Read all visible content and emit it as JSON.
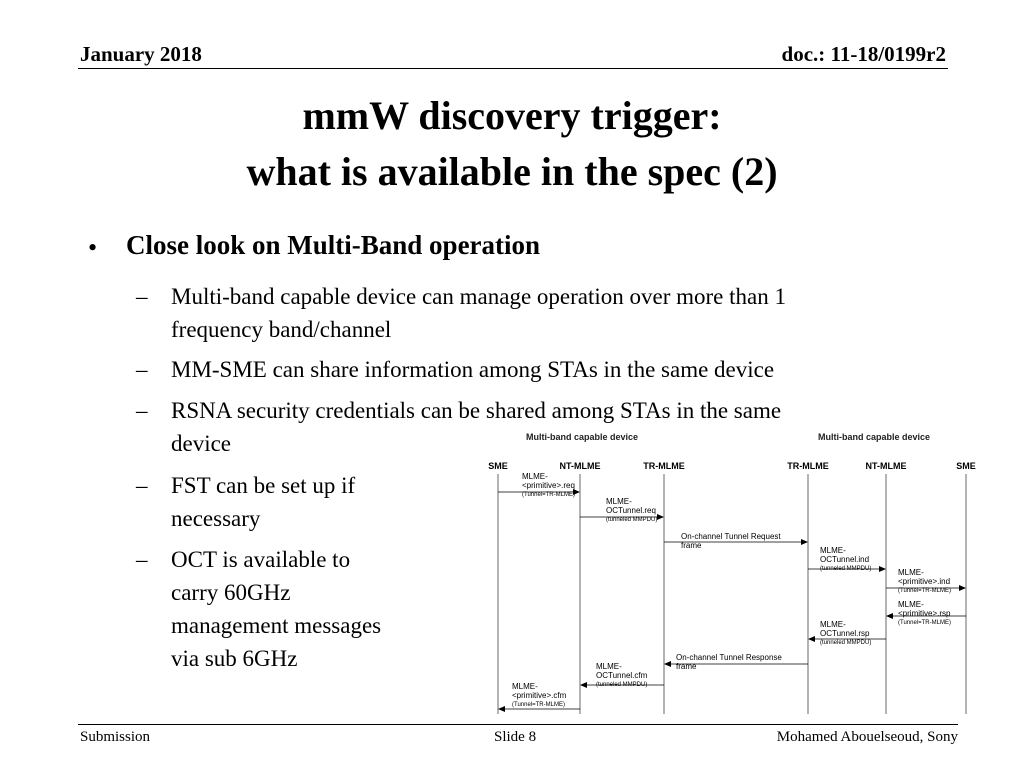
{
  "header": {
    "date": "January 2018",
    "doc": "doc.: 11-18/0199r2"
  },
  "title": {
    "line1": "mmW discovery trigger:",
    "line2": "what is available in the spec (2)"
  },
  "body": {
    "bullet_marker": "•",
    "dash_marker": "–",
    "main_bullet": "Close look on Multi-Band operation",
    "sub_bullets": [
      [
        "Multi-band capable device can manage operation over more than 1",
        "frequency band/channel"
      ],
      [
        "MM-SME can share information among STAs in the same device"
      ],
      [
        "RSNA security credentials can be shared among STAs in the same",
        "device"
      ],
      [
        "FST can be set up if",
        "necessary"
      ],
      [
        "OCT is available to",
        "carry 60GHz",
        "management messages",
        "via sub 6GHz"
      ]
    ]
  },
  "figure": {
    "group_left": "Multi-band capable device",
    "group_right": "Multi-band capable device",
    "lanes": [
      "SME",
      "NT-MLME",
      "TR-MLME",
      "TR-MLME",
      "NT-MLME",
      "SME"
    ],
    "messages": [
      {
        "lines": [
          "MLME-",
          "<primitive>.req"
        ],
        "note": "(Tunnel=TR-MLME)"
      },
      {
        "lines": [
          "MLME-",
          "OCTunnel.req"
        ],
        "note": "(tunneled MMPDU)"
      },
      {
        "lines": [
          "On-channel Tunnel Request",
          "frame"
        ],
        "note": ""
      },
      {
        "lines": [
          "MLME-",
          "OCTunnel.ind"
        ],
        "note": "(tunneled MMPDU)"
      },
      {
        "lines": [
          "MLME-",
          "<primitive>.ind"
        ],
        "note": "(Tunnel=TR-MLME)"
      },
      {
        "lines": [
          "MLME-",
          "<primitive>.rsp"
        ],
        "note": "(Tunnel=TR-MLME)"
      },
      {
        "lines": [
          "MLME-",
          "OCTunnel.rsp"
        ],
        "note": "(tunneled MMPDU)"
      },
      {
        "lines": [
          "On-channel Tunnel Response",
          "frame"
        ],
        "note": ""
      },
      {
        "lines": [
          "MLME-",
          "OCTunnel.cfm"
        ],
        "note": "(tunneled MMPDU)"
      },
      {
        "lines": [
          "MLME-",
          "<primitive>.cfm"
        ],
        "note": "(Tunnel=TR-MLME)"
      }
    ]
  },
  "footer": {
    "left": "Submission",
    "center": "Slide 8",
    "right": "Mohamed Abouelseoud, Sony"
  }
}
